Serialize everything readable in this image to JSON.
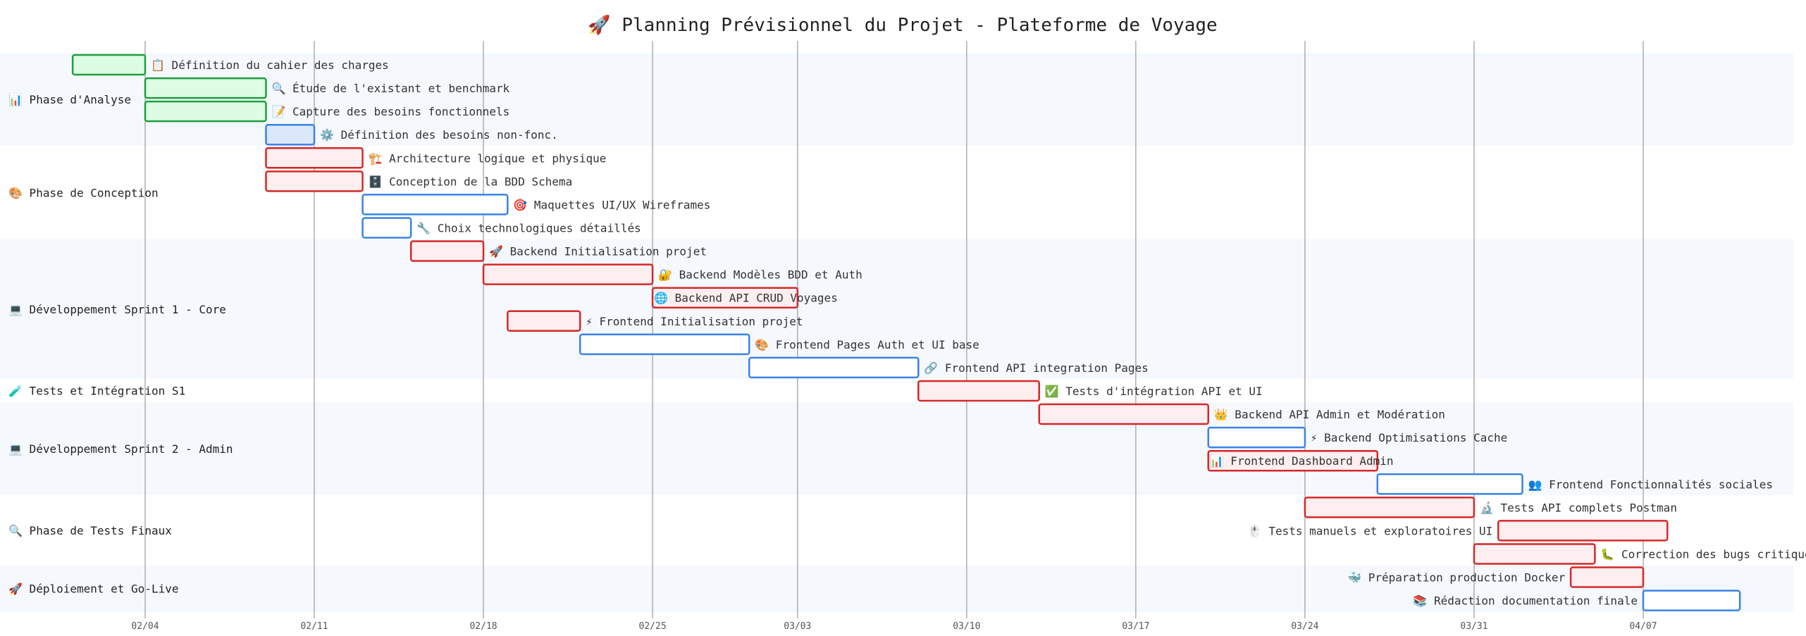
{
  "chart_data": {
    "type": "gantt",
    "title": "🚀 Planning Prévisionnel du Projet - Plateforme de Voyage",
    "x_ticks": [
      {
        "date": "2025-02-04",
        "label": "02/04"
      },
      {
        "date": "2025-02-11",
        "label": "02/11"
      },
      {
        "date": "2025-02-18",
        "label": "02/18"
      },
      {
        "date": "2025-02-25",
        "label": "02/25"
      },
      {
        "date": "2025-03-03",
        "label": "03/03"
      },
      {
        "date": "2025-03-10",
        "label": "03/10"
      },
      {
        "date": "2025-03-17",
        "label": "03/17"
      },
      {
        "date": "2025-03-24",
        "label": "03/24"
      },
      {
        "date": "2025-03-31",
        "label": "03/31"
      },
      {
        "date": "2025-04-07",
        "label": "04/07"
      }
    ],
    "xlim": [
      "2025-01-29",
      "2025-04-12"
    ],
    "grid": true,
    "colors": {
      "green_stroke": "#1e9e3c",
      "green_fill": "#dcfce4",
      "blue_stroke": "#3b82e6",
      "blue_fill": "#dbe8fb",
      "red_stroke": "#d62828",
      "red_fill": "#fdeef0",
      "white_fill": "#ffffff",
      "band_fill": "#f5f8fd",
      "grid": "#9a9a9a"
    },
    "sections": [
      {
        "label": "📊 Phase d'Analyse",
        "row_start": 0,
        "row_end": 3
      },
      {
        "label": "🎨 Phase de Conception",
        "row_start": 4,
        "row_end": 7
      },
      {
        "label": "💻 Développement Sprint 1 - Core",
        "row_start": 8,
        "row_end": 13
      },
      {
        "label": "🧪 Tests et Intégration S1",
        "row_start": 14,
        "row_end": 14
      },
      {
        "label": "💻 Développement Sprint 2 - Admin",
        "row_start": 15,
        "row_end": 18
      },
      {
        "label": "🔍 Phase de Tests Finaux",
        "row_start": 19,
        "row_end": 21
      },
      {
        "label": "🚀 Déploiement et Go-Live",
        "row_start": 22,
        "row_end": 23
      }
    ],
    "tasks": [
      {
        "label": "📋 Définition du cahier des charges",
        "start": "2025-02-01",
        "end": "2025-02-04",
        "status": "done",
        "label_pos": "right"
      },
      {
        "label": "🔍 Étude de l'existant et benchmark",
        "start": "2025-02-04",
        "end": "2025-02-09",
        "status": "done",
        "label_pos": "right"
      },
      {
        "label": "📝 Capture des besoins fonctionnels",
        "start": "2025-02-04",
        "end": "2025-02-09",
        "status": "done",
        "label_pos": "right"
      },
      {
        "label": "⚙️ Définition des besoins non-fonc.",
        "start": "2025-02-09",
        "end": "2025-02-11",
        "status": "active",
        "label_pos": "right"
      },
      {
        "label": "🏗️ Architecture logique et physique",
        "start": "2025-02-09",
        "end": "2025-02-13",
        "status": "crit",
        "label_pos": "right"
      },
      {
        "label": "🗄️ Conception de la BDD Schema",
        "start": "2025-02-09",
        "end": "2025-02-13",
        "status": "crit",
        "label_pos": "right"
      },
      {
        "label": "🎯 Maquettes UI/UX Wireframes",
        "start": "2025-02-13",
        "end": "2025-02-19",
        "status": "planned",
        "label_pos": "right"
      },
      {
        "label": "🔧 Choix technologiques détaillés",
        "start": "2025-02-13",
        "end": "2025-02-15",
        "status": "planned",
        "label_pos": "right"
      },
      {
        "label": "🚀 Backend Initialisation projet",
        "start": "2025-02-15",
        "end": "2025-02-18",
        "status": "crit",
        "label_pos": "right"
      },
      {
        "label": "🔐 Backend Modèles BDD et Auth",
        "start": "2025-02-18",
        "end": "2025-02-25",
        "status": "crit",
        "label_pos": "right"
      },
      {
        "label": "🌐 Backend API CRUD Voyages",
        "start": "2025-02-25",
        "end": "2025-03-03",
        "status": "crit",
        "label_pos": "inside"
      },
      {
        "label": "⚡ Frontend Initialisation projet",
        "start": "2025-02-19",
        "end": "2025-02-22",
        "status": "crit",
        "label_pos": "right"
      },
      {
        "label": "🎨 Frontend Pages Auth et UI base",
        "start": "2025-02-22",
        "end": "2025-03-01",
        "status": "planned",
        "label_pos": "right"
      },
      {
        "label": "🔗 Frontend API integration Pages",
        "start": "2025-03-01",
        "end": "2025-03-08",
        "status": "planned",
        "label_pos": "right"
      },
      {
        "label": "✅ Tests d'intégration API et UI",
        "start": "2025-03-08",
        "end": "2025-03-13",
        "status": "crit",
        "label_pos": "right"
      },
      {
        "label": "👑 Backend API Admin et Modération",
        "start": "2025-03-13",
        "end": "2025-03-20",
        "status": "crit",
        "label_pos": "right"
      },
      {
        "label": "⚡ Backend Optimisations Cache",
        "start": "2025-03-20",
        "end": "2025-03-24",
        "status": "planned",
        "label_pos": "right"
      },
      {
        "label": "📊 Frontend Dashboard Admin",
        "start": "2025-03-20",
        "end": "2025-03-27",
        "status": "crit",
        "label_pos": "inside"
      },
      {
        "label": "👥 Frontend Fonctionnalités sociales",
        "start": "2025-03-27",
        "end": "2025-04-02",
        "status": "planned",
        "label_pos": "right"
      },
      {
        "label": "🔬 Tests API complets Postman",
        "start": "2025-03-24",
        "end": "2025-03-31",
        "status": "crit",
        "label_pos": "right"
      },
      {
        "label": "🖱️ Tests manuels et exploratoires UI",
        "start": "2025-04-01",
        "end": "2025-04-08",
        "status": "crit",
        "label_pos": "left"
      },
      {
        "label": "🐛 Correction des bugs critiques",
        "start": "2025-03-31",
        "end": "2025-04-05",
        "status": "crit",
        "label_pos": "right"
      },
      {
        "label": "🐳 Préparation production Docker",
        "start": "2025-04-04",
        "end": "2025-04-07",
        "status": "crit",
        "label_pos": "left"
      },
      {
        "label": "📚 Rédaction documentation finale",
        "start": "2025-04-07",
        "end": "2025-04-11",
        "status": "planned",
        "label_pos": "left"
      }
    ]
  }
}
